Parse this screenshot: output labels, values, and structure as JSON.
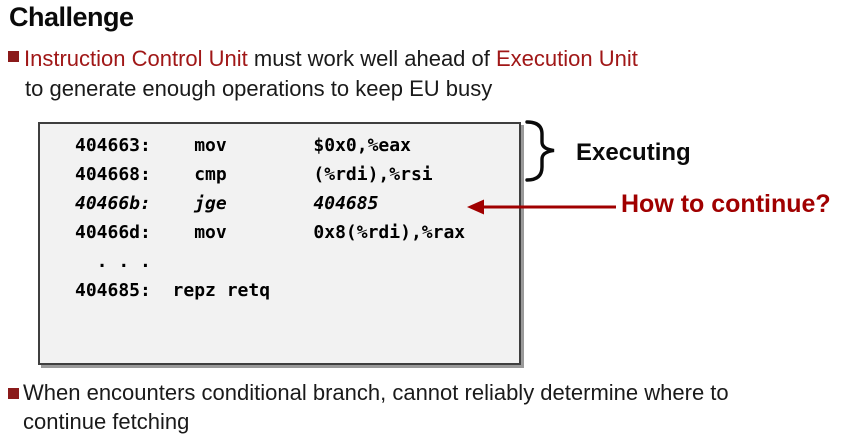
{
  "title": "Challenge",
  "bullet1": {
    "red1": "Instruction Control Unit",
    "mid": " must work well ahead of ",
    "red2": "Execution Unit",
    "line2": "to generate enough operations to keep EU busy"
  },
  "code": {
    "lines": [
      "404663:    mov        $0x0,%eax",
      "404668:    cmp        (%rdi),%rsi",
      "40466b:    jge        404685",
      "40466d:    mov        0x8(%rdi),%rax",
      "",
      "  . . .",
      "",
      "404685:  repz retq"
    ]
  },
  "annotations": {
    "executing": "Executing",
    "how_to_continue": "How to continue?"
  },
  "bullet2": {
    "line1": "When encounters conditional branch, cannot reliably determine where to",
    "line2": "continue fetching"
  },
  "colors": {
    "accent_red_text": "#a01717",
    "bullet_square_red": "#8b1a1a",
    "arrow_red": "#a00000",
    "code_box_bg": "#f2f2f2",
    "code_box_border": "#3f3f3f"
  }
}
